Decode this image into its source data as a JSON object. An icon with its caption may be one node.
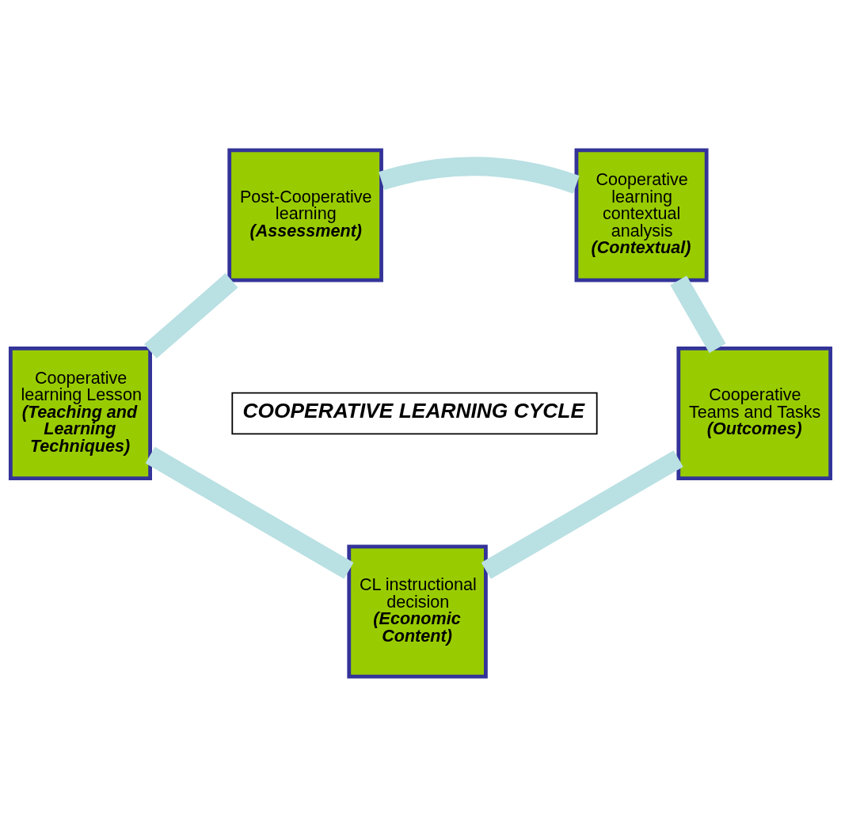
{
  "diagram": {
    "nodes": [
      {
        "text": [
          "Post-Cooperative learning",
          "(Assessment)"
        ]
      },
      {
        "text": [
          "Cooperative learning contextual analysis",
          "(Contextual)"
        ]
      },
      {
        "text": [
          "COOPERATIVE LEARNING CYCLE"
        ]
      },
      {
        "text": [
          "Cooperative learning Lesson",
          "(Teaching and Learning Techniques)"
        ]
      },
      {
        "text": [
          "Cooperative Teams and Tasks",
          "(Outcomes)"
        ]
      },
      {
        "text": [
          "CL instructional decision",
          "(Economic Content)"
        ]
      }
    ],
    "edges": [
      {
        "from": 0,
        "to": 1,
        "arrow": "none"
      },
      {
        "from": 1,
        "to": 4,
        "arrow": "none"
      },
      {
        "from": 4,
        "to": 5,
        "arrow": "none"
      },
      {
        "from": 5,
        "to": 3,
        "arrow": "none"
      },
      {
        "from": 3,
        "to": 0,
        "arrow": "none"
      }
    ]
  }
}
